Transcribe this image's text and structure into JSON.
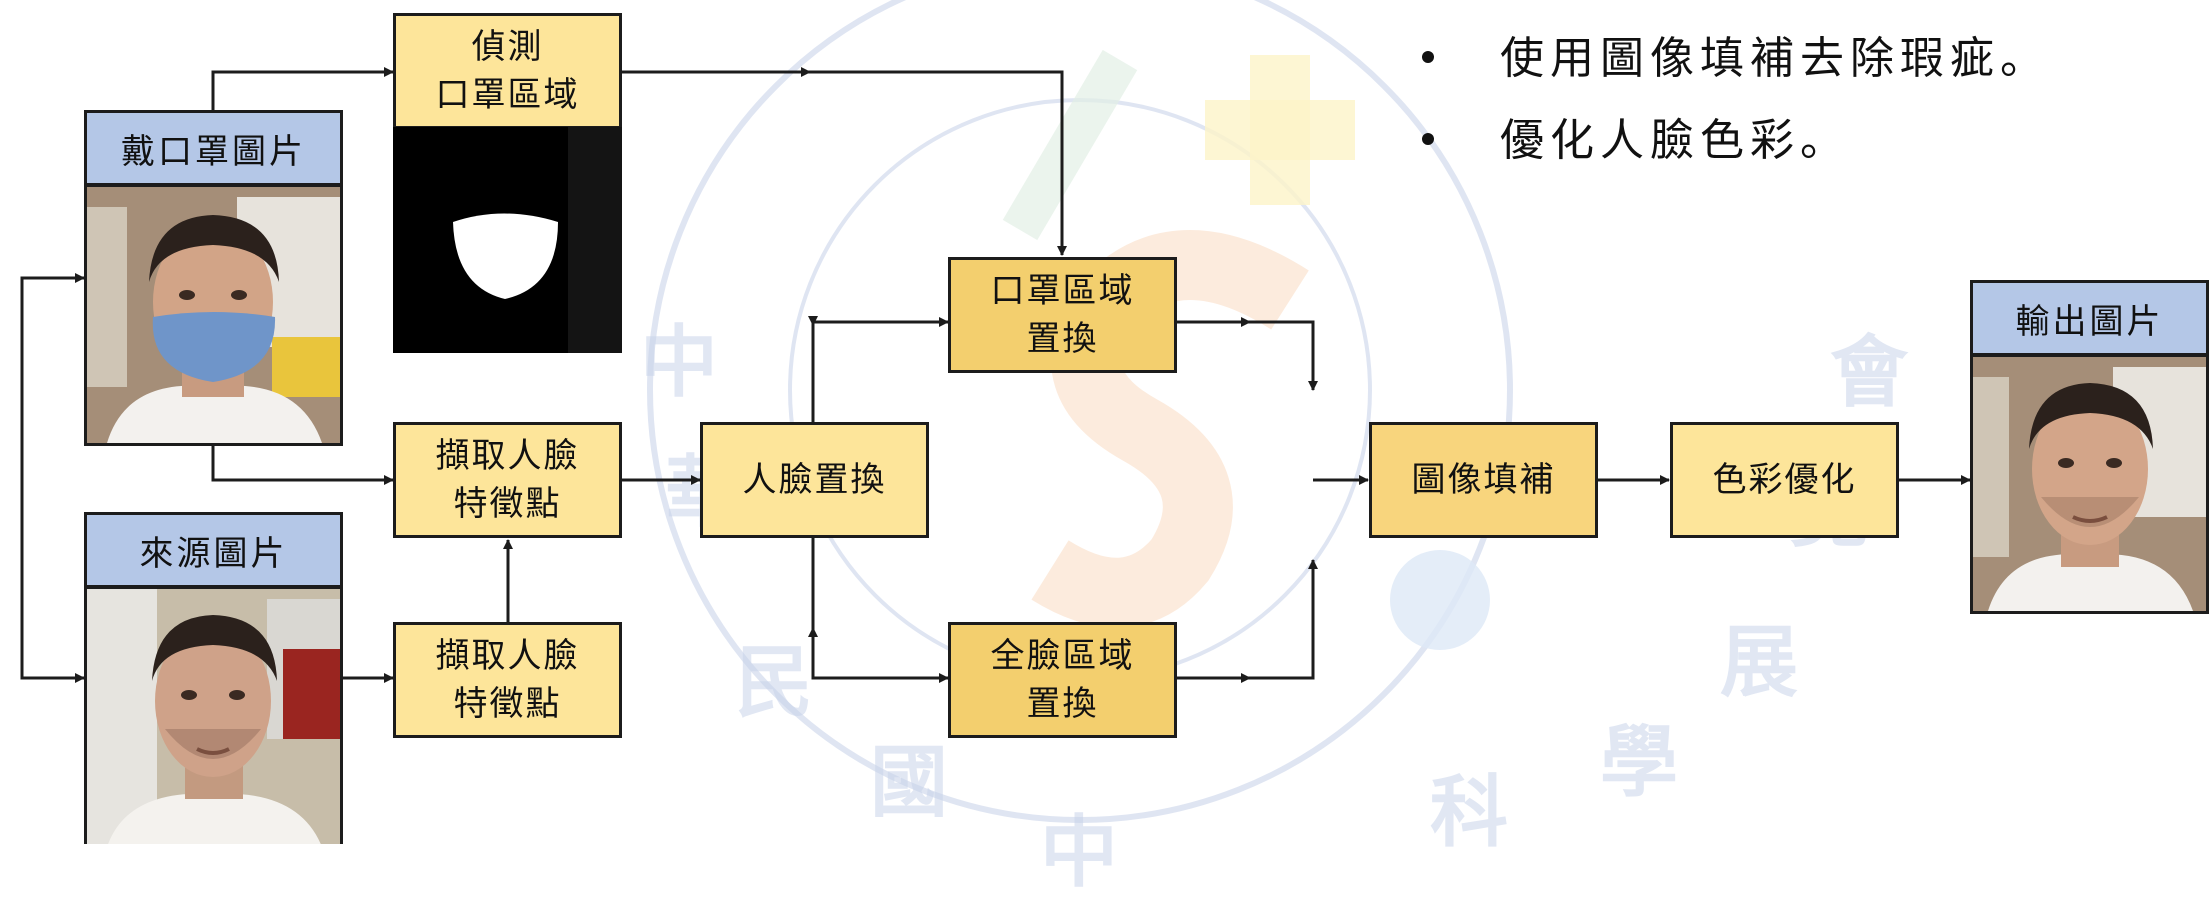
{
  "inputs": {
    "masked_label": "戴口罩圖片",
    "source_label": "來源圖片"
  },
  "output": {
    "label": "輸出圖片"
  },
  "process": {
    "detect_mask_region": "偵測\n口罩區域",
    "extract_landmarks_masked": "擷取人臉\n特徵點",
    "extract_landmarks_source": "擷取人臉\n特徵點",
    "face_swap": "人臉置換",
    "mask_region_replace": "口罩區域\n置換",
    "full_face_replace": "全臉區域\n置換",
    "inpainting": "圖像填補",
    "color_optimize": "色彩優化"
  },
  "notes": [
    "使用圖像填補去除瑕疵。",
    "優化人臉色彩。"
  ],
  "watermark": {
    "chars": [
      "中",
      "華",
      "民",
      "國",
      "中",
      "科",
      "學",
      "展",
      "覽",
      "會"
    ]
  },
  "colors": {
    "box_fill": "#fde59a",
    "box_fill_dark": "#f3cf6e",
    "label_fill": "#b4c7e7",
    "mask_blue": "#6f95c9",
    "stroke": "#1c1c1c"
  },
  "icons": [
    "masked-face-photo",
    "mask-segmentation-image",
    "source-face-photo",
    "output-face-photo"
  ]
}
